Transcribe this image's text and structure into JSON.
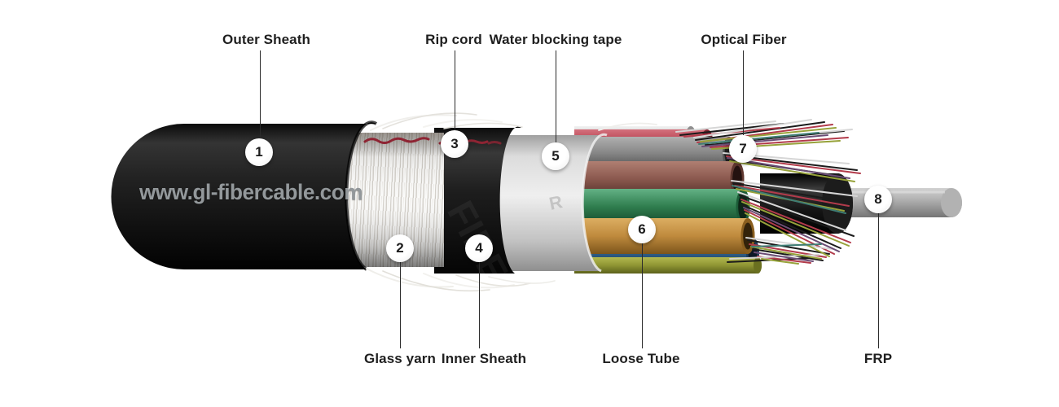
{
  "watermark": "www.gl-fibercable.com",
  "parts": [
    {
      "id": "outer-sheath",
      "number": "1",
      "label": "Outer Sheath"
    },
    {
      "id": "glass-yarn",
      "number": "2",
      "label": "Glass yarn"
    },
    {
      "id": "rip-cord",
      "number": "3",
      "label": "Rip cord"
    },
    {
      "id": "inner-sheath",
      "number": "4",
      "label": "Inner Sheath"
    },
    {
      "id": "water-blocking-tape",
      "number": "5",
      "label": "Water blocking tape"
    },
    {
      "id": "loose-tube",
      "number": "6",
      "label": "Loose Tube"
    },
    {
      "id": "optical-fiber",
      "number": "7",
      "label": "Optical Fiber"
    },
    {
      "id": "frp",
      "number": "8",
      "label": "FRP"
    }
  ],
  "colors": {
    "background": "#ffffff",
    "outer_sheath": "#1a1a1a",
    "glass_yarn": "#eceae6",
    "rip_cord": "#8e2433",
    "inner_sheath": "#161616",
    "water_blocking_tape": "#d6d6d6",
    "loose_tubes": [
      "#c9c9c9",
      "#b23b4b",
      "#8a8a8a",
      "#8a584e",
      "#2f7d4e",
      "#bf8a3d",
      "#2f5e86",
      "#8f9533"
    ],
    "strength_member": "#161616",
    "frp_rod": "#a8a8a8",
    "fiber_strands": [
      "#1b1b1b",
      "#b23b4b",
      "#d6d6d6",
      "#97a23a",
      "#6b4d75",
      "#3f7d74"
    ],
    "label_text": "#1f1f1f",
    "leader_line": "#2b2b2b"
  }
}
